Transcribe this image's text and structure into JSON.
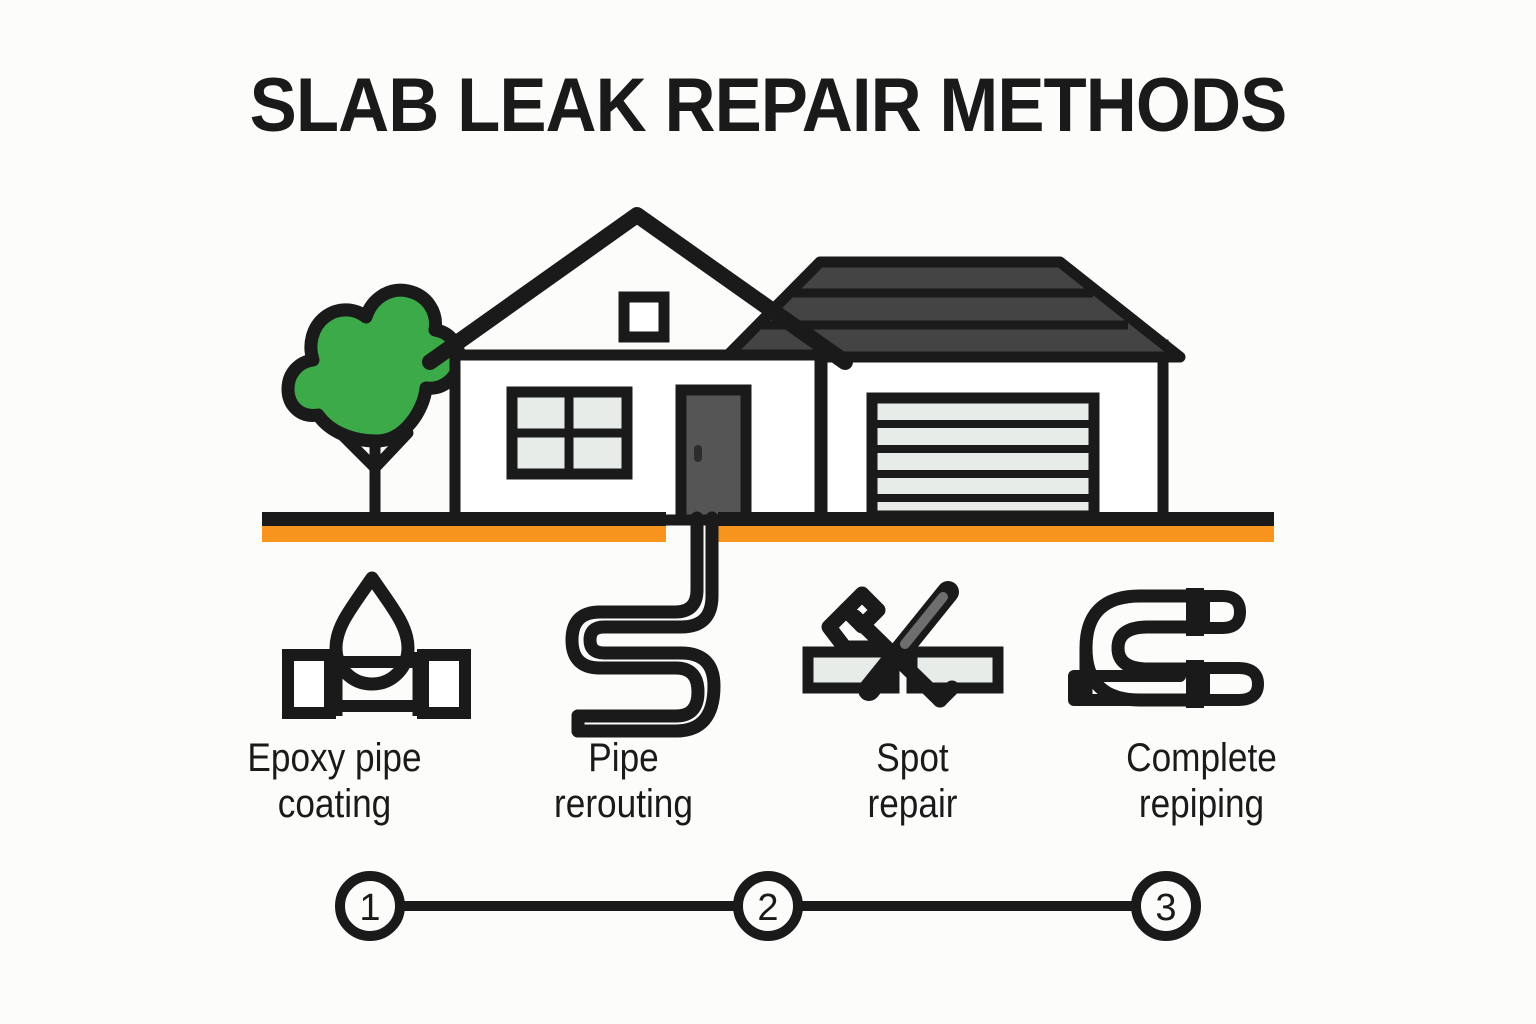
{
  "page": {
    "title": "SLAB LEAK REPAIR METHODS",
    "background_color": "#FCFCFA",
    "ink_color": "#1A1A1A"
  },
  "colors": {
    "ink": "#1A1A1A",
    "slab_orange": "#F7941E",
    "tree_green": "#3DAA4A",
    "roof_gray": "#444444",
    "door_gray": "#555555",
    "pane_gray": "#E8ECE9",
    "white": "#FFFFFF"
  },
  "illustration": {
    "name": "house-with-slab-and-underground-pipe",
    "parts": [
      {
        "name": "tree",
        "label": "tree"
      },
      {
        "name": "house",
        "label": "house"
      },
      {
        "name": "attic-window",
        "label": "attic window"
      },
      {
        "name": "front-window",
        "label": "front window"
      },
      {
        "name": "front-door",
        "label": "front door"
      },
      {
        "name": "garage",
        "label": "garage"
      },
      {
        "name": "garage-door",
        "label": "garage door"
      },
      {
        "name": "slab-line",
        "label": "concrete slab"
      },
      {
        "name": "underground-pipe",
        "label": "underground pipe"
      }
    ]
  },
  "methods": [
    {
      "icon": "droplet-over-pipe-icon",
      "icon_label": "water droplet above a pipe section",
      "label_line1": "Epoxy pipe",
      "label_line2": "coating"
    },
    {
      "icon": "serpentine-pipe-icon",
      "icon_label": "S-shaped rerouted pipe",
      "label_line1": "Pipe",
      "label_line2": "rerouting"
    },
    {
      "icon": "wrench-screwdriver-icon",
      "icon_label": "crossed wrench and screwdriver over broken pipe",
      "label_line1": "Spot",
      "label_line2": "repair"
    },
    {
      "icon": "u-pipe-fittings-icon",
      "icon_label": "U-shaped pipe with end fittings",
      "label_line1": "Complete",
      "label_line2": "repiping"
    }
  ],
  "timeline": {
    "steps": [
      {
        "number": "1"
      },
      {
        "number": "2"
      },
      {
        "number": "3"
      }
    ]
  }
}
